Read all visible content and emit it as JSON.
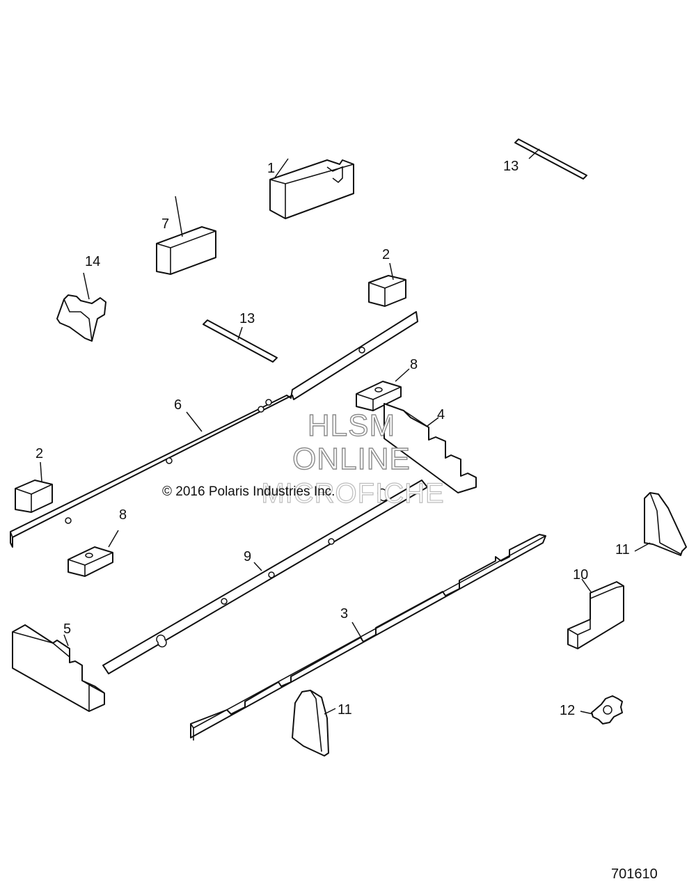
{
  "callouts": {
    "c1": "1",
    "c2a": "2",
    "c2b": "2",
    "c3": "3",
    "c4": "4",
    "c5": "5",
    "c6": "6",
    "c7": "7",
    "c8a": "8",
    "c8b": "8",
    "c9": "9",
    "c10": "10",
    "c11a": "11",
    "c11b": "11",
    "c12": "12",
    "c13a": "13",
    "c13b": "13",
    "c14": "14"
  },
  "copyright": "© 2016 Polaris Industries Inc.",
  "watermark": {
    "line1": "HLSM",
    "line2": "ONLINE",
    "line3": "MICROFICHE"
  },
  "drawing_number": "701610"
}
